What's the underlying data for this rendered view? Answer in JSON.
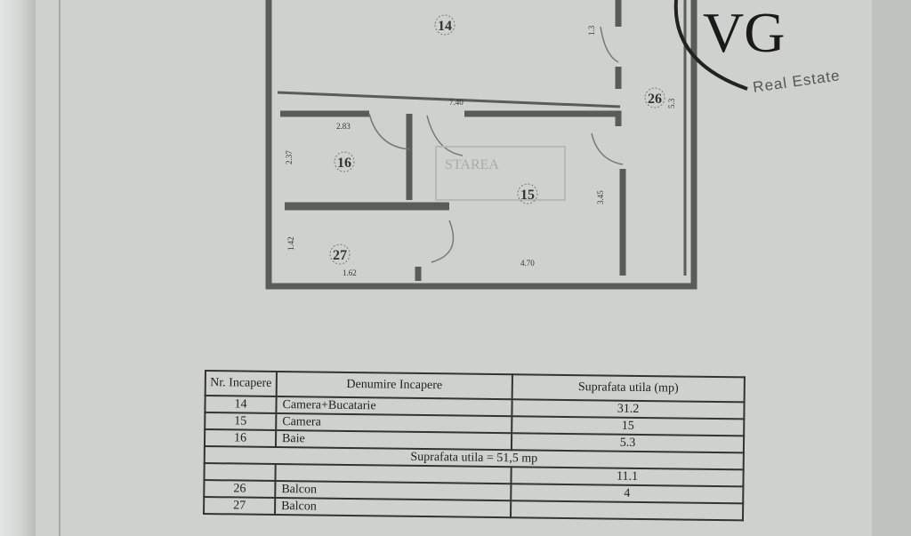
{
  "plan": {
    "rooms": [
      {
        "id": "14"
      },
      {
        "id": "16"
      },
      {
        "id": "15"
      },
      {
        "id": "27"
      },
      {
        "id": "26"
      }
    ],
    "dimensions": [
      "7.40",
      "2.83",
      "2.37",
      "4.70",
      "1.62",
      "1.42",
      "3.45",
      "1.3",
      "5.3"
    ],
    "watermark": "STAREA"
  },
  "logo": {
    "monogram": "VG",
    "text": "Real Estate"
  },
  "table": {
    "headers": [
      "Nr. Incapere",
      "Denumire Incapere",
      "Suprafata utila (mp)"
    ],
    "rows": [
      {
        "nr": "14",
        "name": "Camera+Bucatarie",
        "area": "31.2"
      },
      {
        "nr": "15",
        "name": "Camera",
        "area": "15"
      },
      {
        "nr": "16",
        "name": "Baie",
        "area": "5.3"
      }
    ],
    "subtotal": "Suprafata utila = 51,5 mp",
    "balcony_rows": [
      {
        "nr": "",
        "name": "",
        "area": "11.1"
      },
      {
        "nr": "26",
        "name": "Balcon",
        "area": "4"
      },
      {
        "nr": "27",
        "name": "Balcon",
        "area": ""
      }
    ]
  }
}
